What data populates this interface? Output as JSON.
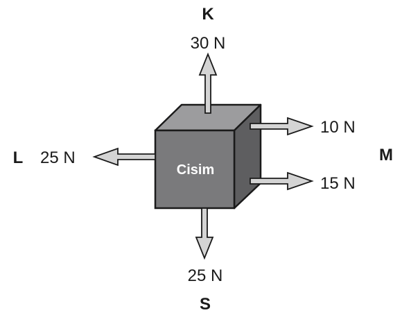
{
  "body_label": "Cisim",
  "directions": {
    "up": {
      "letter": "K",
      "force": "30 N"
    },
    "left": {
      "letter": "L",
      "force": "25 N"
    },
    "right": {
      "letter": "M",
      "forces": [
        "10 N",
        "15 N"
      ]
    },
    "down": {
      "letter": "S",
      "force": "25 N"
    }
  },
  "colors": {
    "cube_front": "#7a7a7c",
    "cube_top": "#9c9c9e",
    "cube_side": "#5e5e60",
    "arrow_fill": "#d4d4d4",
    "outline": "#1a1a1a",
    "body_text": "#ffffff"
  }
}
